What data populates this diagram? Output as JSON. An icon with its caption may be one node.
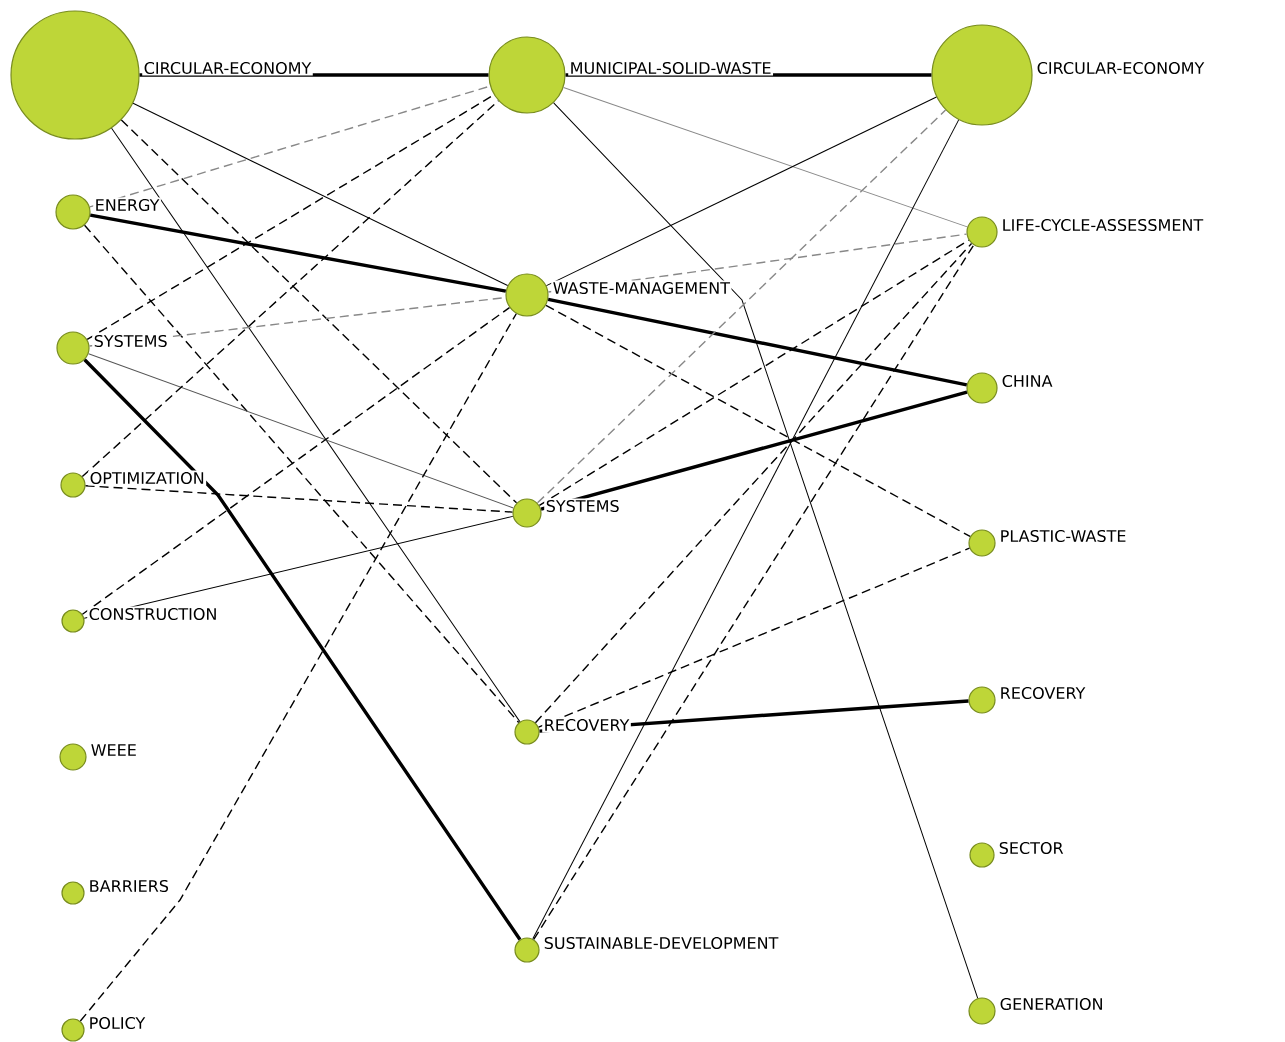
{
  "diagram": {
    "nodes": [
      {
        "text": [
          "CIRCULAR-ECONOMY"
        ]
      },
      {
        "text": [
          "ENERGY"
        ]
      },
      {
        "text": [
          "SYSTEMS"
        ]
      },
      {
        "text": [
          "OPTIMIZATION"
        ]
      },
      {
        "text": [
          "CONSTRUCTION"
        ]
      },
      {
        "text": [
          "WEEE"
        ]
      },
      {
        "text": [
          "BARRIERS"
        ]
      },
      {
        "text": [
          "POLICY"
        ]
      },
      {
        "text": [
          "MUNICIPAL-SOLID-WASTE"
        ]
      },
      {
        "text": [
          "WASTE-MANAGEMENT"
        ]
      },
      {
        "text": [
          "SYSTEMS"
        ]
      },
      {
        "text": [
          "RECOVERY"
        ]
      },
      {
        "text": [
          "SUSTAINABLE-DEVELOPMENT"
        ]
      },
      {
        "text": [
          "CIRCULAR-ECONOMY"
        ]
      },
      {
        "text": [
          "LIFE-CYCLE-ASSESSMENT"
        ]
      },
      {
        "text": [
          "CHINA"
        ]
      },
      {
        "text": [
          "PLASTIC-WASTE"
        ]
      },
      {
        "text": [
          "RECOVERY"
        ]
      },
      {
        "text": [
          "SECTOR"
        ]
      },
      {
        "text": [
          "GENERATION"
        ]
      }
    ],
    "edges": [
      {
        "from": 0,
        "to": 8,
        "arrow": "none",
        "style": "thick"
      },
      {
        "from": 0,
        "to": 9,
        "arrow": "none"
      },
      {
        "from": 0,
        "to": 11,
        "arrow": "none"
      },
      {
        "from": 0,
        "to": 10,
        "arrow": "none",
        "style": "dashed"
      },
      {
        "from": 1,
        "to": 8,
        "arrow": "none",
        "style": "dashed",
        "color": "#888888"
      },
      {
        "from": 1,
        "to": 9,
        "arrow": "none",
        "style": "thick"
      },
      {
        "from": 1,
        "to": 11,
        "arrow": "none",
        "style": "dashed"
      },
      {
        "from": 2,
        "to": 8,
        "arrow": "none",
        "style": "dashed"
      },
      {
        "from": 2,
        "to": 9,
        "arrow": "none",
        "style": "dashed",
        "color": "#888888"
      },
      {
        "from": 2,
        "to": 10,
        "arrow": "none",
        "color": "#555555"
      },
      {
        "from": 2,
        "to": 12,
        "arrow": "none",
        "style": "thick"
      },
      {
        "from": 3,
        "to": 8,
        "arrow": "none",
        "style": "dashed"
      },
      {
        "from": 3,
        "to": 10,
        "arrow": "none",
        "style": "dashed"
      },
      {
        "from": 4,
        "to": 9,
        "arrow": "none",
        "style": "dashed"
      },
      {
        "from": 4,
        "to": 10,
        "arrow": "none"
      },
      {
        "from": 7,
        "to": 9,
        "arrow": "none",
        "style": "dashed"
      },
      {
        "from": 8,
        "to": 13,
        "arrow": "none",
        "style": "thick"
      },
      {
        "from": 8,
        "to": 14,
        "arrow": "none",
        "color": "#888888"
      },
      {
        "from": 8,
        "to": 19,
        "arrow": "none"
      },
      {
        "from": 9,
        "to": 13,
        "arrow": "none"
      },
      {
        "from": 9,
        "to": 14,
        "arrow": "none",
        "style": "dashed",
        "color": "#888888"
      },
      {
        "from": 9,
        "to": 15,
        "arrow": "none",
        "style": "thick"
      },
      {
        "from": 9,
        "to": 16,
        "arrow": "none",
        "style": "dashed"
      },
      {
        "from": 10,
        "to": 13,
        "arrow": "none",
        "style": "dashed",
        "color": "#888888"
      },
      {
        "from": 10,
        "to": 14,
        "arrow": "none",
        "style": "dashed"
      },
      {
        "from": 10,
        "to": 15,
        "arrow": "none",
        "style": "thick"
      },
      {
        "from": 11,
        "to": 14,
        "arrow": "none",
        "style": "dashed"
      },
      {
        "from": 11,
        "to": 16,
        "arrow": "none",
        "style": "dashed"
      },
      {
        "from": 11,
        "to": 17,
        "arrow": "none",
        "style": "thick"
      },
      {
        "from": 12,
        "to": 13,
        "arrow": "none"
      },
      {
        "from": 12,
        "to": 14,
        "arrow": "none",
        "style": "dashed"
      }
    ]
  }
}
